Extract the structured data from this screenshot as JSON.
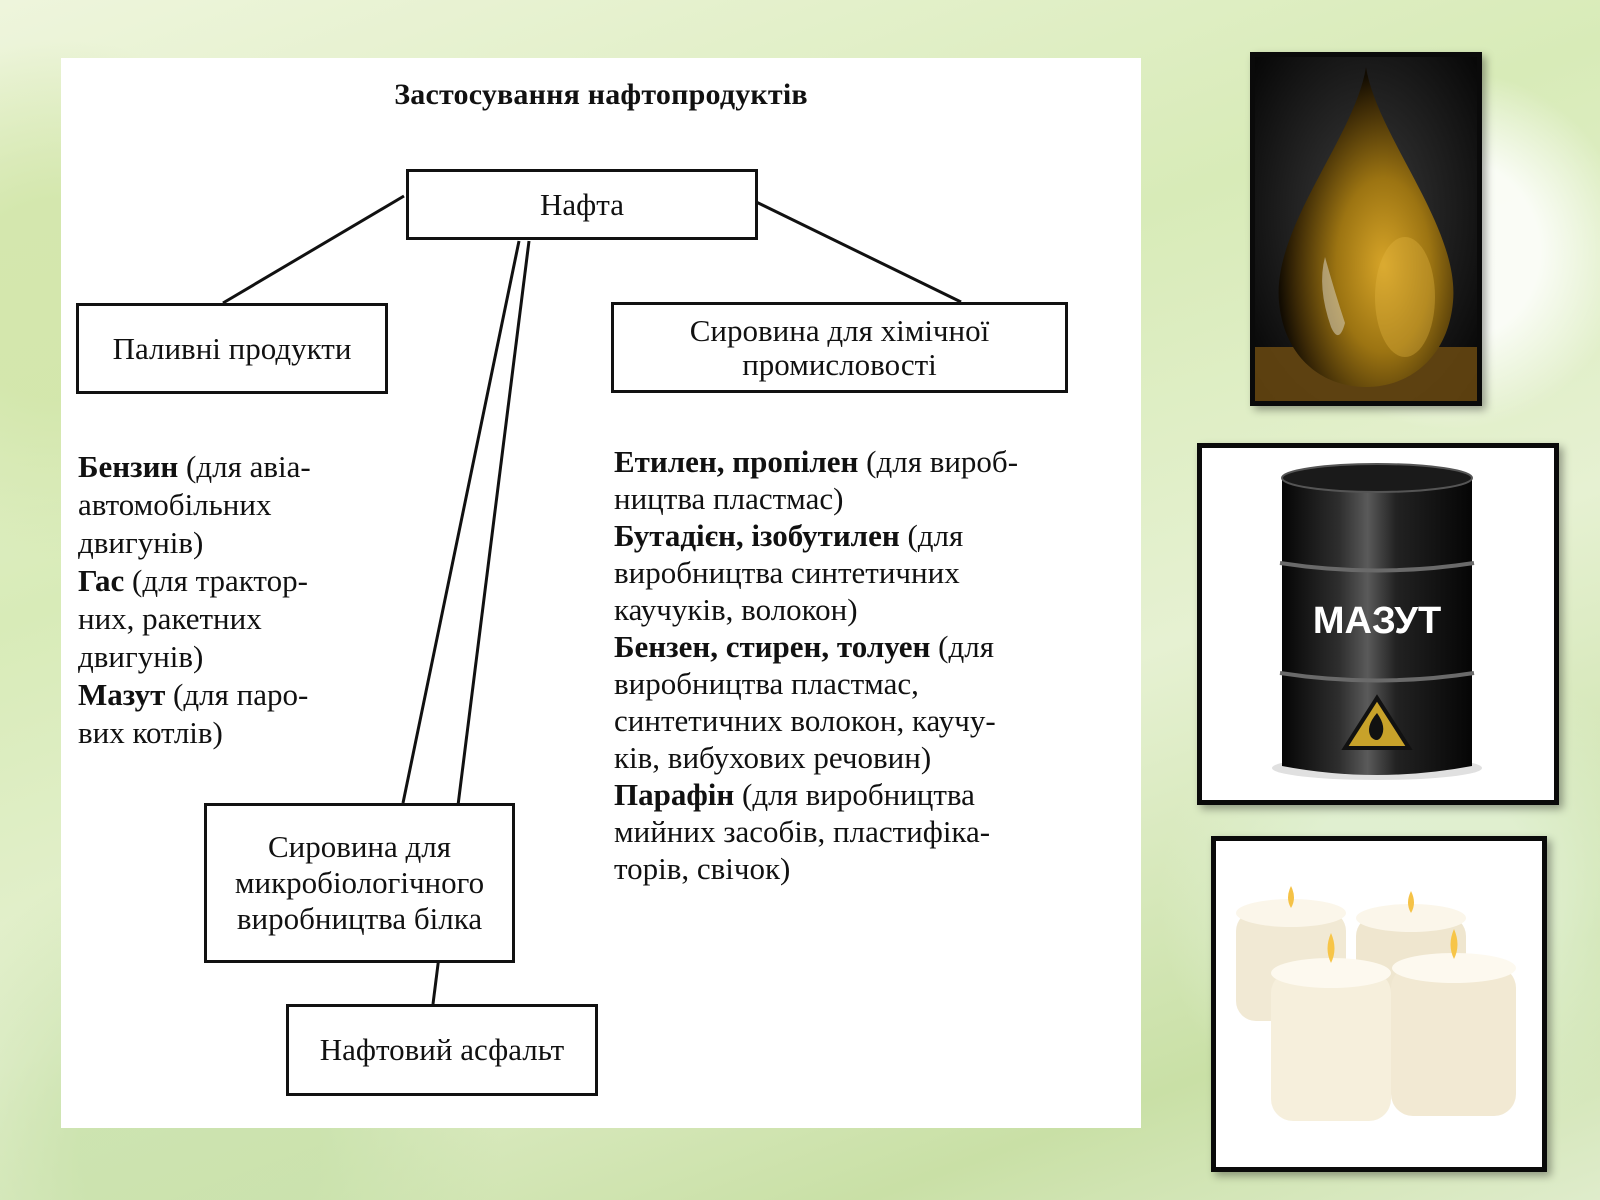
{
  "title": "Застосування нафтопродуктів",
  "root": {
    "label": "Нафта"
  },
  "branches": {
    "fuel": {
      "label": "Паливні продукти"
    },
    "chemical": {
      "label_line1": "Сировина для хімічної",
      "label_line2": "промисловості"
    },
    "microbio": {
      "label_line1": "Сировина для",
      "label_line2": "микробіологічного",
      "label_line3": "виробництва білка"
    },
    "asphalt": {
      "label": "Нафтовий асфальт"
    }
  },
  "fuel_products": [
    {
      "name": "Бензин",
      "desc_line1": " (для авіа-",
      "desc_lines": [
        "автомобільних",
        "двигунів)"
      ]
    },
    {
      "name": "Гас",
      "desc_line1": " (для трактор-",
      "desc_lines": [
        "них, ракетних",
        "двигунів)"
      ]
    },
    {
      "name": "Мазут",
      "desc_line1": " (для паро-",
      "desc_lines": [
        "вих котлів)"
      ]
    }
  ],
  "chemical_products": [
    {
      "name": "Етилен, пропілен",
      "desc_line1": " (для вироб-",
      "desc_lines": [
        "ництва пластмас)"
      ]
    },
    {
      "name": "Бутадієн, ізобутилен",
      "desc_line1": " (для",
      "desc_lines": [
        "виробництва синтетичних",
        "каучуків, волокон)"
      ]
    },
    {
      "name": "Бензен, стирен, толуен",
      "desc_line1": " (для",
      "desc_lines": [
        "виробництва пластмас,",
        "синтетичних волокон, каучу-",
        "ків, вибухових речовин)"
      ]
    },
    {
      "name": "Парафін",
      "desc_line1": " (для виробництва",
      "desc_lines": [
        "мийних засобів, пластифіка-",
        "торів, свічок)"
      ]
    }
  ],
  "images": {
    "barrel_label": "МАЗУТ"
  },
  "colors": {
    "oil_amber": "#c89a20",
    "barrel_black": "#141414",
    "candle_cream": "#f6efdc"
  }
}
